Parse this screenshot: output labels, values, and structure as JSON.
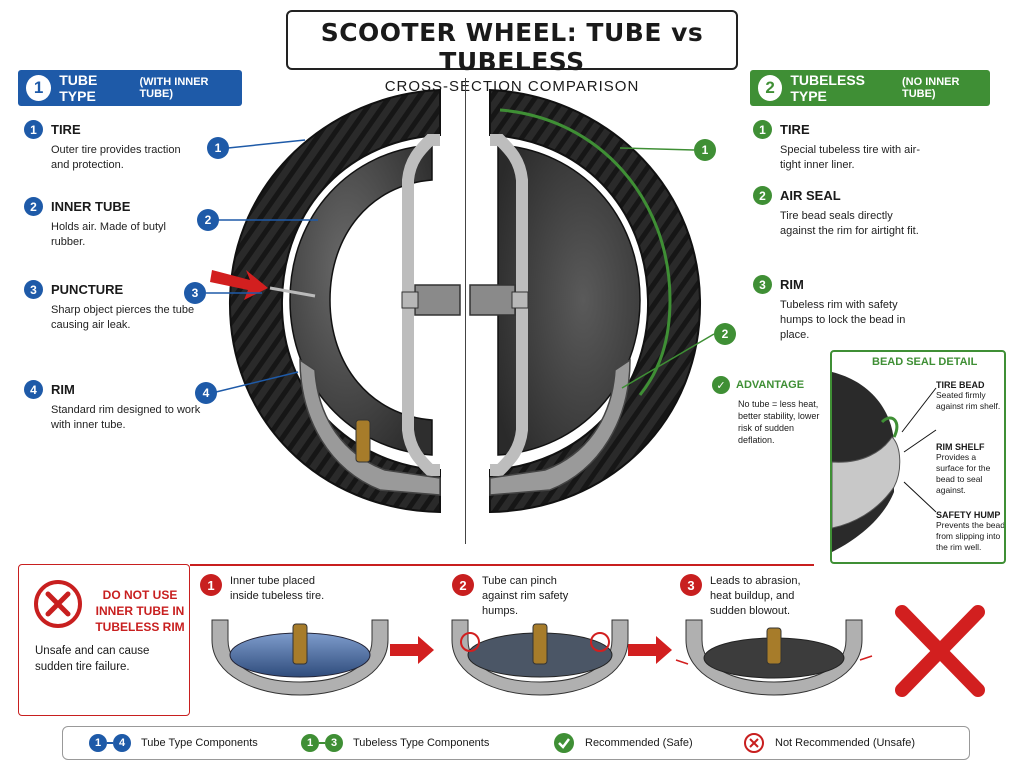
{
  "title": {
    "main": "SCOOTER WHEEL: TUBE vs TUBELESS",
    "sub": "CROSS-SECTION COMPARISON"
  },
  "tube": {
    "number": "1",
    "header": "TUBE TYPE",
    "header_note": "(WITH INNER TUBE)",
    "items": [
      {
        "num": "1",
        "title": "TIRE",
        "desc": "Outer tire provides traction and protection."
      },
      {
        "num": "2",
        "title": "INNER TUBE",
        "desc": "Holds air. Made of butyl rubber."
      },
      {
        "num": "3",
        "title": "PUNCTURE",
        "desc": "Sharp object pierces the tube causing air leak."
      },
      {
        "num": "4",
        "title": "RIM",
        "desc": "Standard rim designed to work with inner tube."
      }
    ],
    "callouts": [
      "1",
      "2",
      "3",
      "4"
    ]
  },
  "tubeless": {
    "number": "2",
    "header": "TUBELESS TYPE",
    "header_note": "(NO INNER TUBE)",
    "items": [
      {
        "num": "1",
        "title": "TIRE",
        "desc": "Special tubeless tire with air-tight inner liner."
      },
      {
        "num": "2",
        "title": "AIR SEAL",
        "desc": "Tire bead seals directly against the rim for airtight fit."
      },
      {
        "num": "3",
        "title": "RIM",
        "desc": "Tubeless rim with safety humps to lock the bead in place."
      }
    ],
    "callouts": [
      "1",
      "2"
    ]
  },
  "advantage": {
    "title": "ADVANTAGE",
    "desc": "No tube = less heat, better stability, lower risk of sudden deflation."
  },
  "bead_detail": {
    "title": "BEAD SEAL DETAIL",
    "items": [
      {
        "title": "TIRE BEAD",
        "desc": "Seated firmly against rim shelf."
      },
      {
        "title": "RIM SHELF",
        "desc": "Provides a surface for the bead to seal against."
      },
      {
        "title": "SAFETY HUMP",
        "desc": "Prevents the bead from slipping into the rim well."
      }
    ]
  },
  "warning": {
    "title": "DO NOT USE INNER TUBE IN TUBELESS RIM",
    "desc": "Unsafe and can cause sudden tire failure.",
    "steps": [
      {
        "num": "1",
        "text": "Inner tube placed inside tubeless tire."
      },
      {
        "num": "2",
        "text": "Tube can pinch against rim safety humps."
      },
      {
        "num": "3",
        "text": "Leads to abrasion, heat buildup, and sudden blowout."
      }
    ]
  },
  "legend": {
    "tube": {
      "from": "1",
      "to": "4",
      "label": "Tube Type Components"
    },
    "tubeless": {
      "from": "1",
      "to": "3",
      "label": "Tubeless Type Components"
    },
    "safe": "Recommended (Safe)",
    "unsafe": "Not Recommended (Unsafe)"
  },
  "colors": {
    "blue": "#1e5aa8",
    "green": "#3f8f35",
    "red": "#c81f1f",
    "tire": "#2b2b2b",
    "rim": "#bdbdbd"
  }
}
